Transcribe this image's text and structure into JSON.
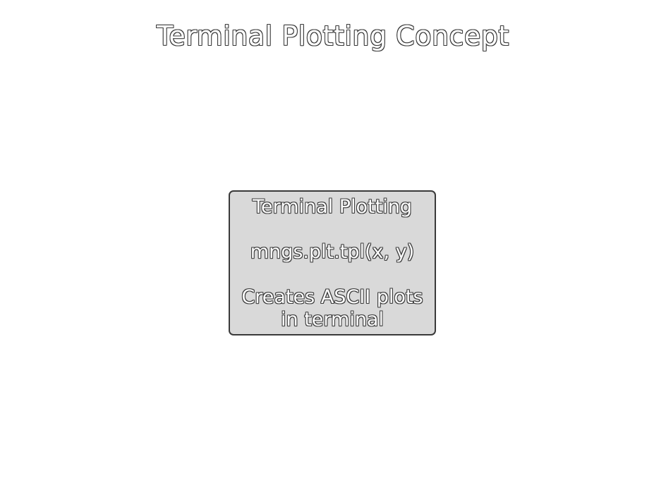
{
  "diagram": {
    "title": "Terminal Plotting Concept",
    "node": {
      "heading": "Terminal Plotting",
      "code": "mngs.plt.tpl(x, y)",
      "description_line1": "Creates ASCII plots",
      "description_line2": "in terminal"
    }
  }
}
